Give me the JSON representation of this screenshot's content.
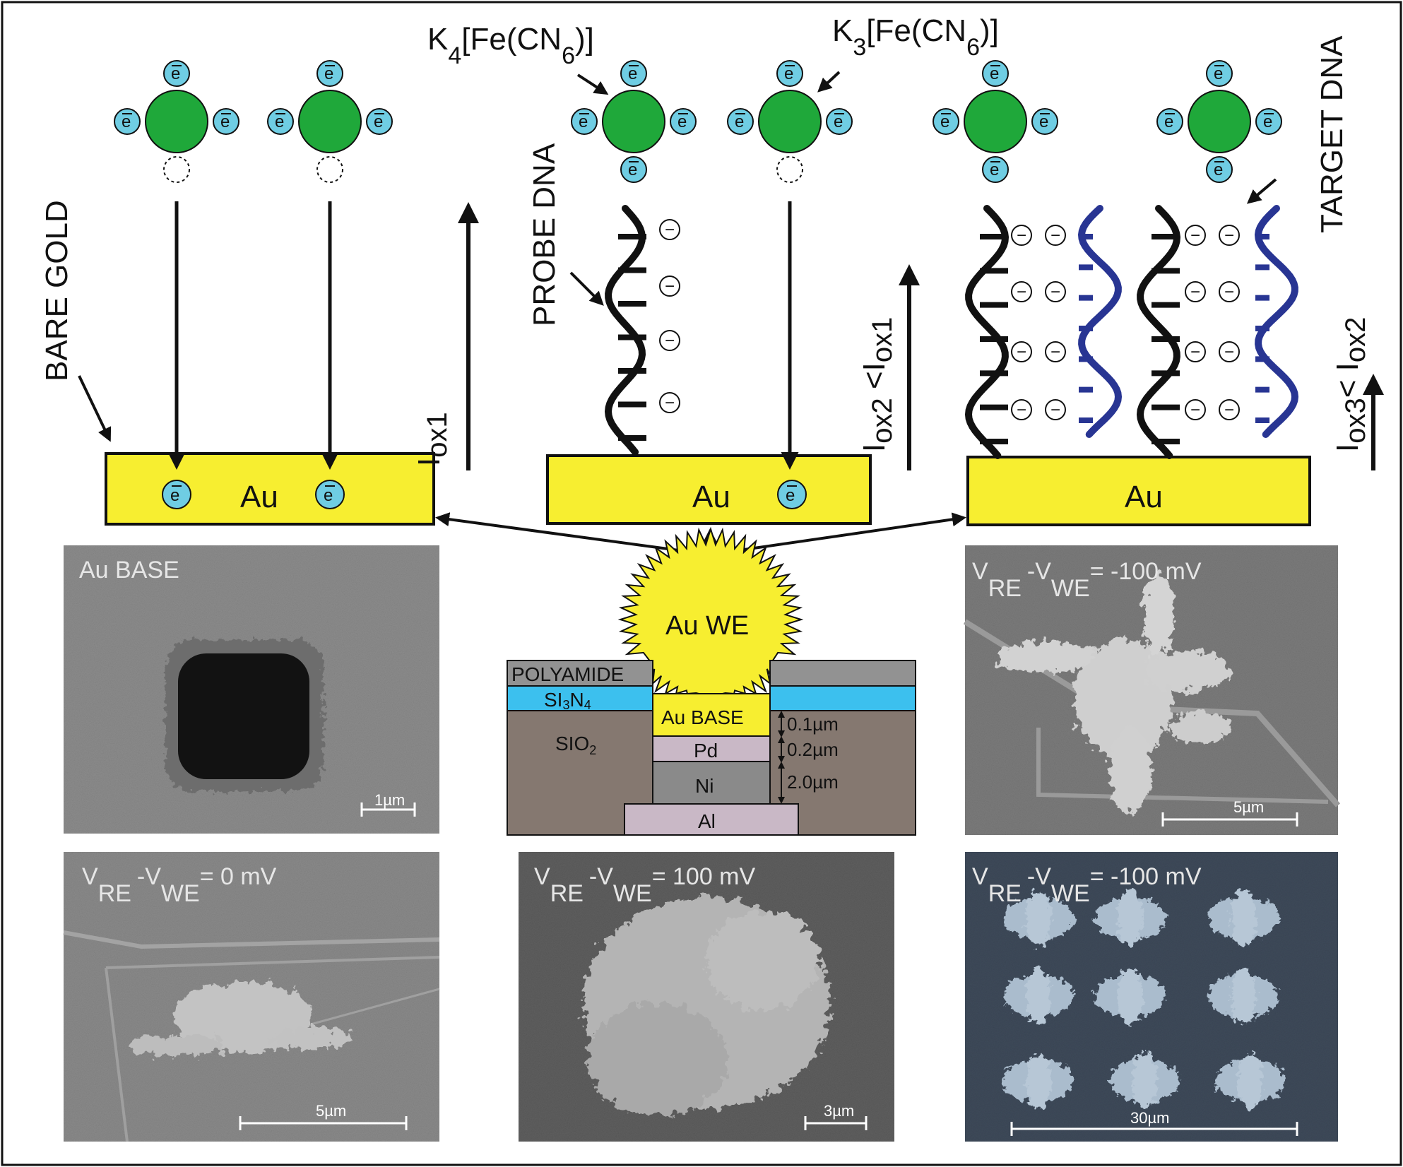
{
  "labels": {
    "bare_gold": "BARE GOLD",
    "probe_dna": "PROBE DNA",
    "target_dna": "TARGET DNA",
    "k4_main": "K",
    "k4_sub": "4",
    "k4_mid": "[Fe(CN",
    "k4_sub2": "6",
    "k4_end": ")]",
    "k3_main": "K",
    "k3_sub": "3",
    "k3_mid": "[Fe(CN",
    "k3_sub2": "6",
    "k3_end": ")]",
    "iox1_main": "I",
    "iox1_sub": "ox1",
    "iox2_main": "I",
    "iox2_sub": "ox2",
    "iox2_lt": " <I",
    "iox2_sub2": "ox1",
    "iox3_main": "I",
    "iox3_sub": "ox3",
    "iox3_lt": "< I",
    "iox3_sub2": "ox2",
    "electron": "e",
    "minus": "−",
    "au": "Au"
  },
  "stack": {
    "au_we": "Au WE",
    "polyamide": "POLYAMIDE",
    "si3n4_a": "SI",
    "si3n4_b": "3",
    "si3n4_c": "N",
    "si3n4_d": "4",
    "sio2_a": "SIO",
    "sio2_b": "2",
    "au_base": "Au BASE",
    "pd": "Pd",
    "ni": "Ni",
    "al": "Al",
    "t1": "0.1µm",
    "t2": "0.2µm",
    "t3": "2.0µm"
  },
  "sem": {
    "p1_label": "Au  BASE",
    "p1_scale": "1µm",
    "p2_v": "V",
    "p2_re": "RE",
    "p2_dash": "-V",
    "p2_we": "WE",
    "p2_val": "= -100 mV",
    "p2_scale": "5µm",
    "p3_v": "V",
    "p3_re": "RE",
    "p3_dash": "-V",
    "p3_we": "WE",
    "p3_val": "= 0 mV",
    "p3_scale": "5µm",
    "p4_v": "V",
    "p4_re": "RE",
    "p4_dash": "-V",
    "p4_we": "WE",
    "p4_val": "= 100 mV",
    "p4_scale": "3µm",
    "p5_v": "V",
    "p5_re": "RE",
    "p5_dash": "-V",
    "p5_we": "WE",
    "p5_val": "= -100 mV",
    "p5_scale": "30µm"
  },
  "colors": {
    "gold": "#f7ee30",
    "electron": "#6fcde3",
    "molecule": "#1fa83a",
    "probe": "#111111",
    "target": "#283593",
    "si3n4": "#3cc0ee",
    "sio2": "#857870",
    "polyamide": "#929292",
    "pd": "#c9b8c6",
    "ni": "#8a8a8a",
    "al": "#c9b8c6"
  }
}
